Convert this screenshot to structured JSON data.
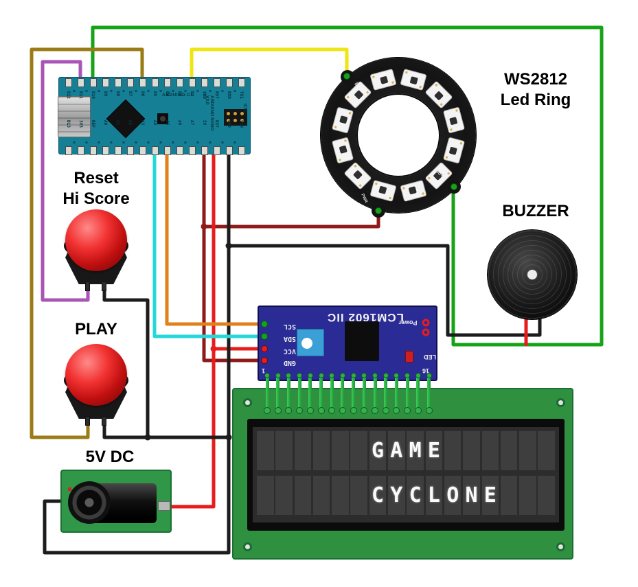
{
  "labels": {
    "ws2812_1": "WS2812",
    "ws2812_2": "Led Ring",
    "buzzer": "BUZZER",
    "reset_1": "Reset",
    "reset_2": "Hi Score",
    "play": "PLAY",
    "dc": "5V DC"
  },
  "arduino": {
    "brand": "ARDUINO.CC",
    "model": "ARDUINO NANO V3.0",
    "icsp": "ICSP",
    "top_pins": [
      "D12",
      "D11",
      "D10",
      "D9",
      "D8",
      "D7",
      "D6",
      "D5",
      "D4",
      "D3",
      "D2",
      "GND",
      "RST",
      "RXD",
      "TX1"
    ],
    "bottom_pins": [
      "D13",
      "3V3",
      "REF",
      "A0",
      "A1",
      "A2",
      "A3",
      "A4",
      "A5",
      "A6",
      "A7",
      "5V",
      "RST",
      "GND",
      "VIN"
    ]
  },
  "ring": {
    "pin_in": "IN",
    "pin_pwr": "PWR",
    "pin_out": "OUT",
    "led_count": 12
  },
  "lcm": {
    "title": "LCM1602 IIC",
    "pins": [
      "SCL",
      "SDA",
      "VCC",
      "GND"
    ],
    "power": "Power",
    "led": "LED",
    "first_pin": "1",
    "last_pin": "16",
    "header_pin_count": 16
  },
  "lcd": {
    "rows": [
      "      GAME      ",
      "      CYCLONE   "
    ],
    "cols": 16
  },
  "wires": {
    "green": "#17a317",
    "olive": "#9a7b16",
    "purple": "#a855b5",
    "yellow": "#efe414",
    "darkred": "#8f1a1a",
    "red": "#e81c1c",
    "black": "#1c1c1c",
    "orange": "#e2801a",
    "cyan": "#25d8d8"
  }
}
